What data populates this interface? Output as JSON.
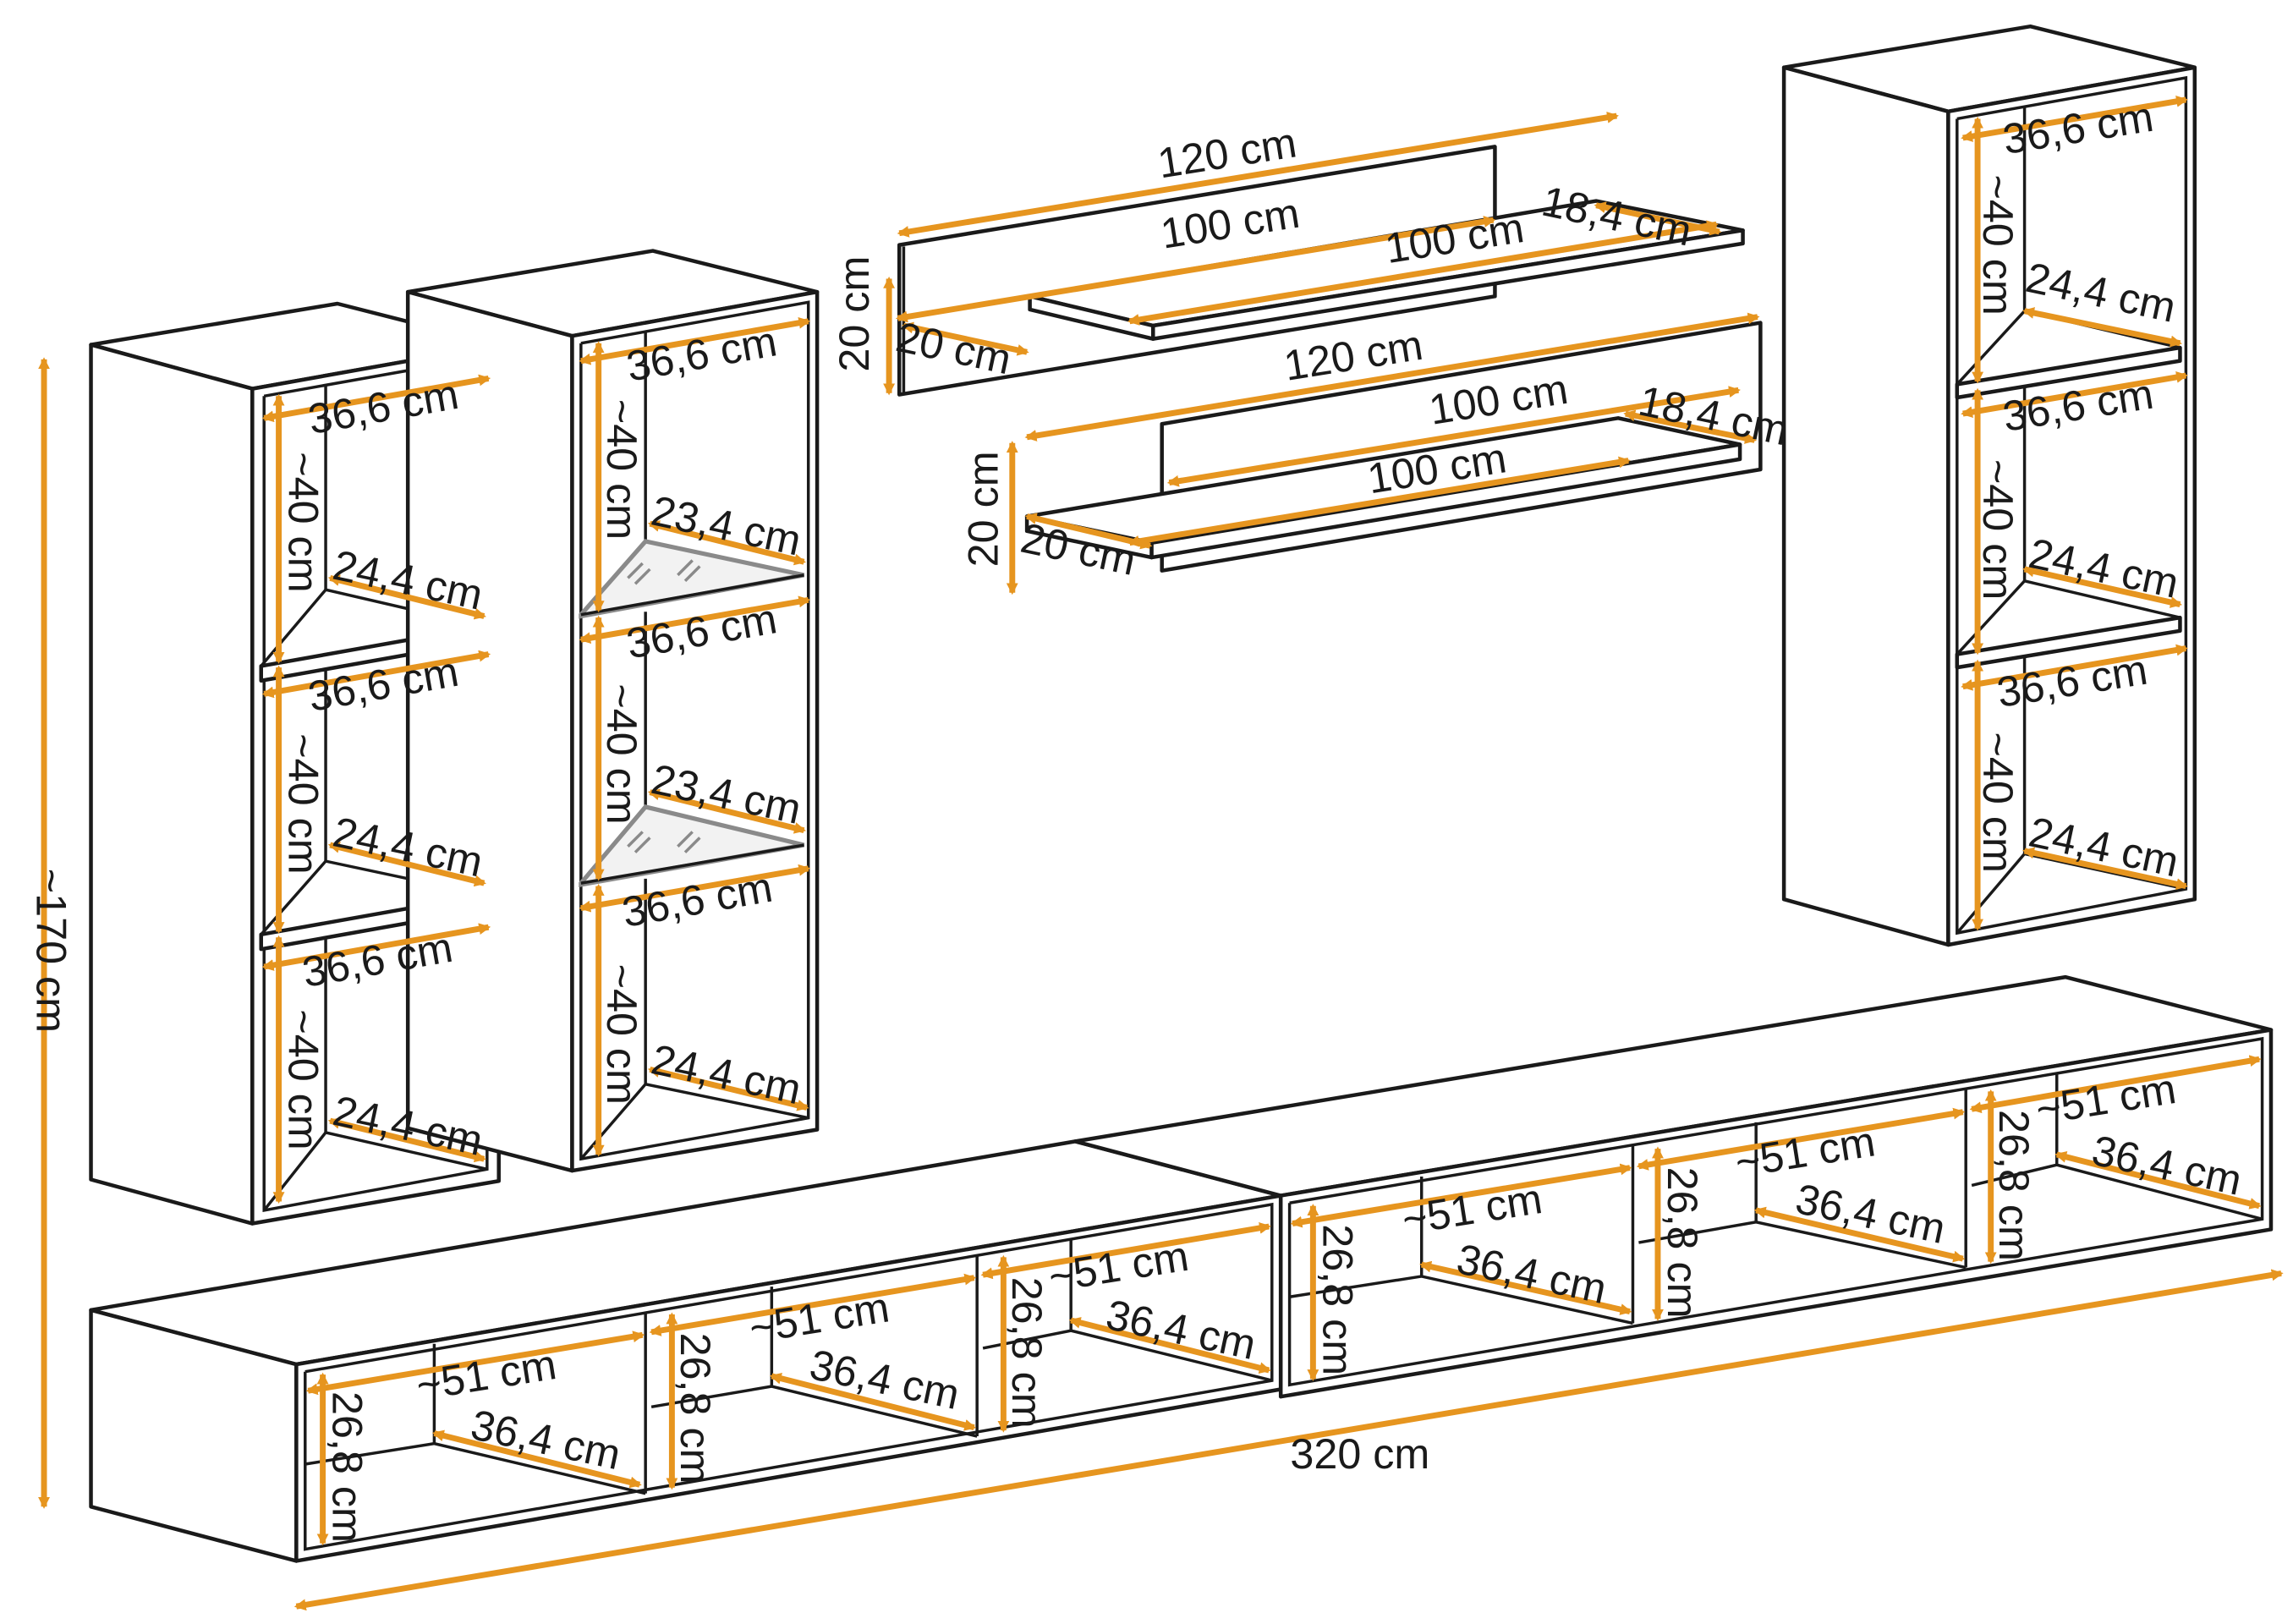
{
  "accent_color": "#e6951f",
  "line_color": "#1a1a1a",
  "diagram": {
    "overall": {
      "height": "~170 cm",
      "width": "320 cm"
    },
    "left_cabinet": {
      "width": "36,6 cm",
      "height": "~40 cm",
      "depth": "24,4 cm"
    },
    "glass_cabinet": {
      "width": "36,6 cm",
      "height": "~40 cm",
      "depth": "24,4 cm",
      "glass_depth": "23,4 cm"
    },
    "right_cabinet": {
      "width": "36,6 cm",
      "height": "~40 cm",
      "depth": "24,4 cm"
    },
    "shelf_panel": {
      "panel_width": "120 cm",
      "shelf_width": "100 cm",
      "height": "20 cm",
      "depth": "20 cm",
      "shelf_depth": "18,4 cm"
    },
    "lowboard": {
      "compartment_width": "~51 cm",
      "compartment_height": "26,8 cm",
      "compartment_depth": "36,4 cm"
    }
  }
}
